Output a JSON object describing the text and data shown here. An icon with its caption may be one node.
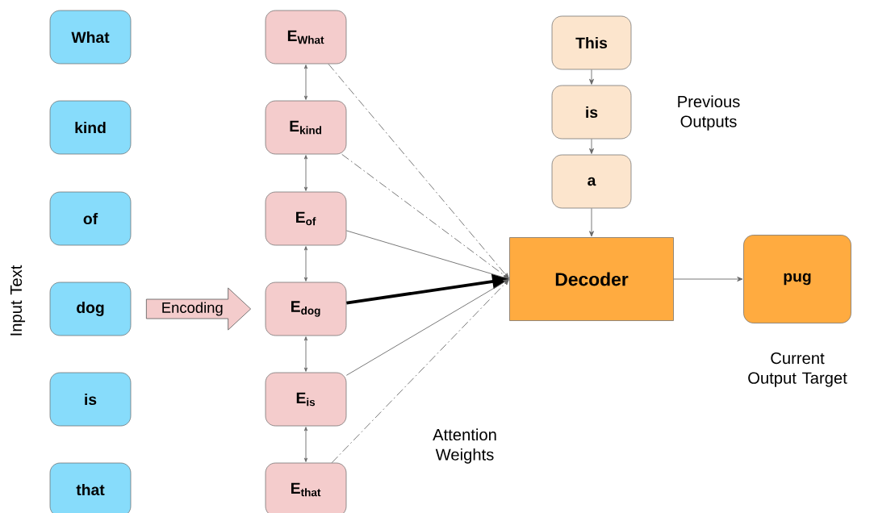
{
  "diagram": {
    "nodes": [
      {
        "text": [
          "What"
        ]
      },
      {
        "text": [
          "kind"
        ]
      },
      {
        "text": [
          "of"
        ]
      },
      {
        "text": [
          "dog"
        ]
      },
      {
        "text": [
          "is"
        ]
      },
      {
        "text": [
          "that"
        ]
      },
      {
        "text": [
          "E$_{What}$"
        ]
      },
      {
        "text": [
          "E$_{kind}$"
        ]
      },
      {
        "text": [
          "E$_{of}$"
        ]
      },
      {
        "text": [
          "E$_{dog}$"
        ]
      },
      {
        "text": [
          "E$_{is}$"
        ]
      },
      {
        "text": [
          "E$_{that}$"
        ]
      },
      {
        "text": [
          "This"
        ]
      },
      {
        "text": [
          "is"
        ]
      },
      {
        "text": [
          "a"
        ]
      },
      {
        "text": [
          "Decoder"
        ]
      },
      {
        "text": [
          "pug"
        ],
        "beside": [
          "Current Output Target"
        ]
      }
    ],
    "edges": [
      {
        "from": 3,
        "to": 9,
        "arrow": "to",
        "label": "Encoding"
      },
      {
        "from": 6,
        "to": 7,
        "arrow": "both"
      },
      {
        "from": 7,
        "to": 8,
        "arrow": "both"
      },
      {
        "from": 8,
        "to": 9,
        "arrow": "both"
      },
      {
        "from": 9,
        "to": 10,
        "arrow": "both"
      },
      {
        "from": 10,
        "to": 11,
        "arrow": "both"
      },
      {
        "from": 6,
        "to": 15,
        "arrow": "to",
        "style": "dashed"
      },
      {
        "from": 7,
        "to": 15,
        "arrow": "to",
        "style": "dashed"
      },
      {
        "from": 8,
        "to": 15,
        "arrow": "to"
      },
      {
        "from": 9,
        "to": 15,
        "arrow": "to",
        "style": "thick",
        "color": "#000000"
      },
      {
        "from": 10,
        "to": 15,
        "arrow": "to"
      },
      {
        "from": 11,
        "to": 15,
        "arrow": "to",
        "style": "dashed"
      },
      {
        "from": 12,
        "to": 13,
        "arrow": "to"
      },
      {
        "from": 13,
        "to": 14,
        "arrow": "to"
      },
      {
        "from": 14,
        "to": 15,
        "arrow": "to"
      },
      {
        "from": 15,
        "to": 16,
        "arrow": "to"
      }
    ],
    "labels": [
      "Input Text",
      "Previous Outputs",
      "Attention Weights"
    ]
  }
}
